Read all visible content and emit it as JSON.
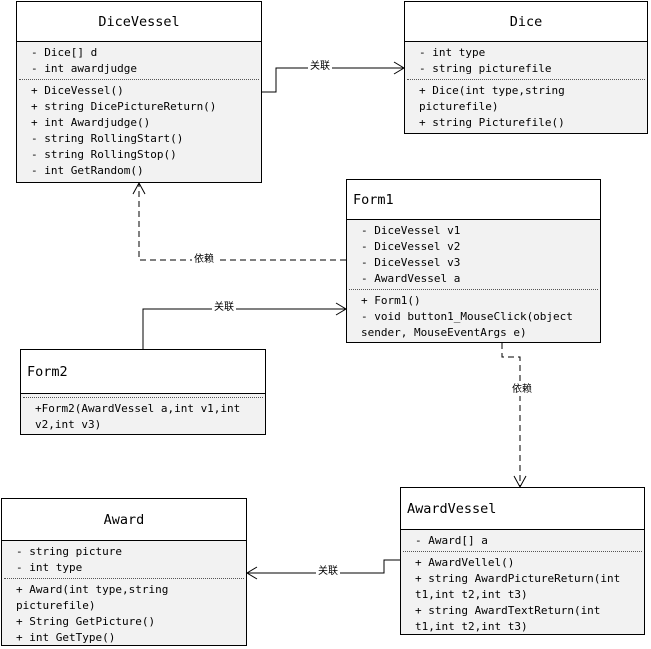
{
  "classes": {
    "dicevessel": {
      "name": "DiceVessel",
      "attributes": [
        "- Dice[] d",
        "- int awardjudge"
      ],
      "methods": [
        "+ DiceVessel()",
        "+ string DicePictureReturn()",
        "+ int Awardjudge()",
        "- string RollingStart()",
        "- string RollingStop()",
        "- int GetRandom()"
      ]
    },
    "dice": {
      "name": "Dice",
      "attributes": [
        "- int type",
        "- string picturefile"
      ],
      "methods": [
        "+ Dice(int type,string",
        "picturefile)",
        "+ string Picturefile()"
      ]
    },
    "form1": {
      "name": "Form1",
      "attributes": [
        "- DiceVessel v1",
        "- DiceVessel v2",
        "- DiceVessel v3",
        "- AwardVessel a"
      ],
      "methods": [
        "+ Form1()",
        "- void button1_MouseClick(object",
        "sender, MouseEventArgs e)"
      ]
    },
    "form2": {
      "name": "Form2",
      "methods": [
        "+Form2(AwardVessel a,int v1,int",
        "v2,int v3)"
      ]
    },
    "award": {
      "name": "Award",
      "attributes": [
        "- string picture",
        "- int type"
      ],
      "methods": [
        "+ Award(int type,string",
        "picturefile)",
        "+ String GetPicture()",
        "+ int GetType()"
      ]
    },
    "awardvessel": {
      "name": "AwardVessel",
      "attributes": [
        "- Award[] a"
      ],
      "methods": [
        "+ AwardVellel()",
        "+ string AwardPictureReturn(int",
        "t1,int t2,int t3)",
        "+ string AwardTextReturn(int",
        "t1,int t2,int t3)"
      ]
    }
  },
  "edges": {
    "dv_dice": "关联",
    "form1_dv": "依赖",
    "form2_form1": "关联",
    "form1_av": "依赖",
    "av_award": "关联"
  }
}
